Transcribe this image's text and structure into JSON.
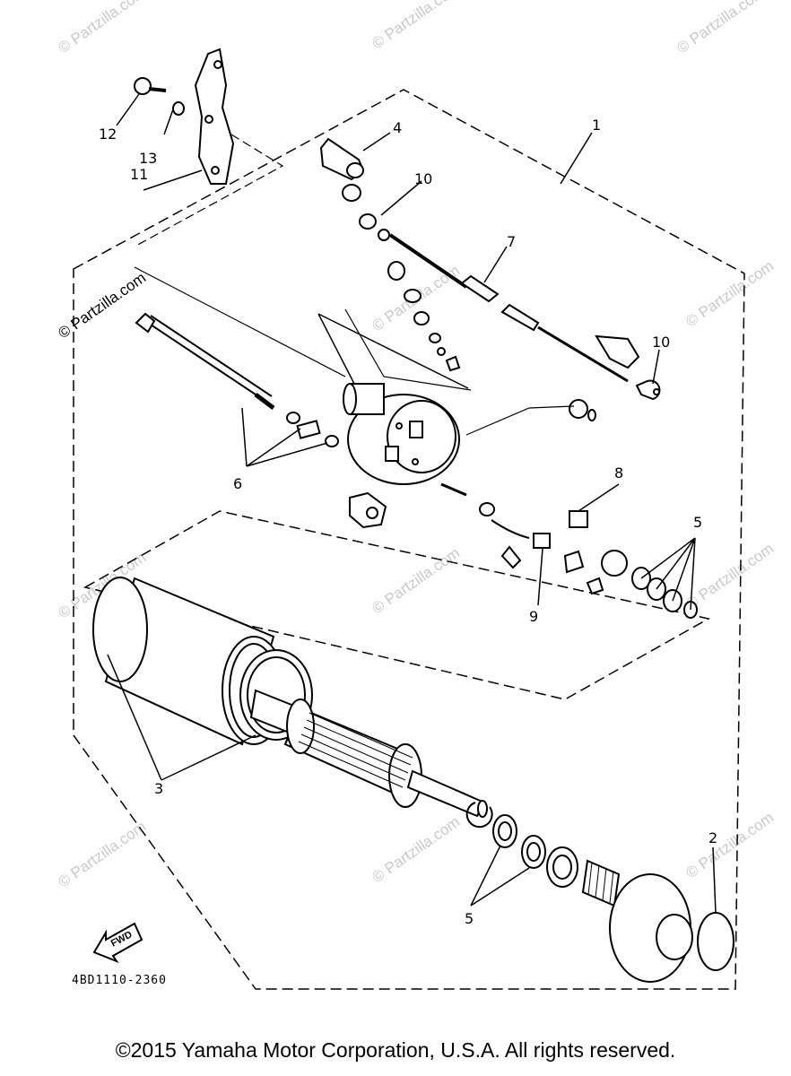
{
  "watermark": "© Partzilla.com",
  "diagram_code": "4BD1110-2360",
  "fwd_label": "FWD",
  "callouts": {
    "c1": "1",
    "c2": "2",
    "c3": "3",
    "c4": "4",
    "c5a": "5",
    "c5b": "5",
    "c6": "6",
    "c7": "7",
    "c8": "8",
    "c9": "9",
    "c10a": "10",
    "c10b": "10",
    "c11": "11",
    "c12": "12",
    "c13": "13"
  },
  "copyright": "©2015 Yamaha Motor Corporation, U.S.A. All rights reserved."
}
